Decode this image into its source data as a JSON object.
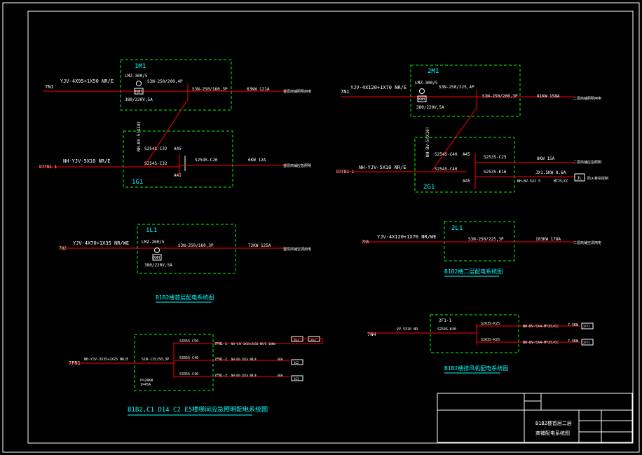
{
  "titleblock": {
    "line1": "B1B2楼首层二层",
    "line2": "商铺配电系统图"
  },
  "left": {
    "box1m1": {
      "label": "1M1",
      "feed": "7N1",
      "cable": "YJV-4X95+1X50 NR/E",
      "meter": "LMZ-300/5",
      "kwh": "KWH",
      "meter_spec": "380/220V,5A",
      "breaker1": "S3N-250/200,4P",
      "breaker2": "S3N-250/160,3P",
      "load": "63KW 121A",
      "dest": "首层商铺照明用电"
    },
    "box1g1": {
      "label": "1G1",
      "feed": "B7FN1-1",
      "cable": "NH-YJV-5X10 NR/E",
      "vcable": "NH-BV-5(X10)",
      "b1": "S254S-C32",
      "b1a": "A45",
      "b2": "S254S-C32",
      "b2a": "A45",
      "b3": "S254S-C26",
      "load": "6KW 12A",
      "dest": "首层商铺应急照明"
    },
    "box1l1": {
      "label": "1L1",
      "feed": "7N2",
      "cable": "YJV-4X70+1X35 NR/WE",
      "meter": "LMZ-200/5",
      "kwh": "KWH",
      "meter_spec": "380/220V,5A",
      "breaker": "S3N-250/160,3P",
      "load": "72KW 125A",
      "dest": "首层商铺空调用电"
    },
    "caption1": "B1B2楼首层配电系统图",
    "box_fire": {
      "feed": "7FN1",
      "cable": "NH-YJV-3X35+2X25 NR/E",
      "main": "S1N-115/50,3P",
      "p": "P=24KW",
      "i": "I=45A",
      "rows": [
        {
          "brk": "S335S-C50",
          "id": "7FN1-1",
          "cable": "NH-YJV-3X35+2X16 NR/E 18KW",
          "tag": "1G1",
          "tag2": "2G1"
        },
        {
          "brk": "S335S-C40",
          "id": "7FN1-2",
          "cable": "NH-BV-5X16 NR/E",
          "kw": "6KW",
          "tag": "1G2"
        },
        {
          "brk": "S335S-C40",
          "id": "7FN1-3",
          "cable": "NH-BV-5X16 NR/E",
          "kw": "6KW",
          "tag": "1G3"
        }
      ]
    },
    "caption2": "B1B2,C1 D14 C2 E5楼梯间应急照明配电系统图"
  },
  "right": {
    "box2m1": {
      "label": "2M1",
      "feed": "7N1",
      "cable": "YJV-4X120+1X70 NR/E",
      "meter": "LMZ-300/5",
      "kwh": "KWH",
      "meter_spec": "380/220V,5A",
      "breaker1": "S3N-250/225,4P",
      "breaker2": "S3N-250/200,3P",
      "load": "81KW 158A",
      "dest": "二层商铺照明用电"
    },
    "box2g1": {
      "label": "2G1",
      "feed": "B7FN1-1",
      "cable": "NH-YJV-5X10 NR/E",
      "vcable": "NH-BV-5(X10)",
      "b1": "S254S-C40",
      "b1a": "A45",
      "b2": "S254S-C40",
      "b2a": "A45",
      "b3": "S253S-C25",
      "load3": "8KW 15A",
      "dest3": "二层商铺应急照明",
      "b4": "S253S-K16",
      "load4": "JX1.5KW 8.6A",
      "cable4": "NH-BV-5X2.5",
      "mt": "MT25/CC",
      "tag": "JL",
      "dest4": "防火卷帘控制"
    },
    "box2l1": {
      "label": "2L1",
      "feed": "7N5",
      "cable": "YJV-4X120+1X70 NR/WE",
      "breaker": "S3N-250/225,3P",
      "load": "103KW 178A",
      "dest": "二层商铺空调用电"
    },
    "caption1": "B1B2楼二层配电系统图",
    "box2f1": {
      "label": "2F1-1",
      "feed": "7N4",
      "cable": "VV-5X10 NR",
      "main": "S254S-K40",
      "rows": [
        {
          "brk": "S263S-K25",
          "cable": "NH-BV-5X4-MT25/CC",
          "kw": "7.5KW",
          "tag": "2FT1"
        },
        {
          "brk": "S263S-K25",
          "cable": "NH-BV-5X4-MT25/CC",
          "kw": "7.5KW",
          "tag": "2FT1"
        }
      ]
    },
    "caption2": "B1B2楼排风机配电系统图"
  }
}
